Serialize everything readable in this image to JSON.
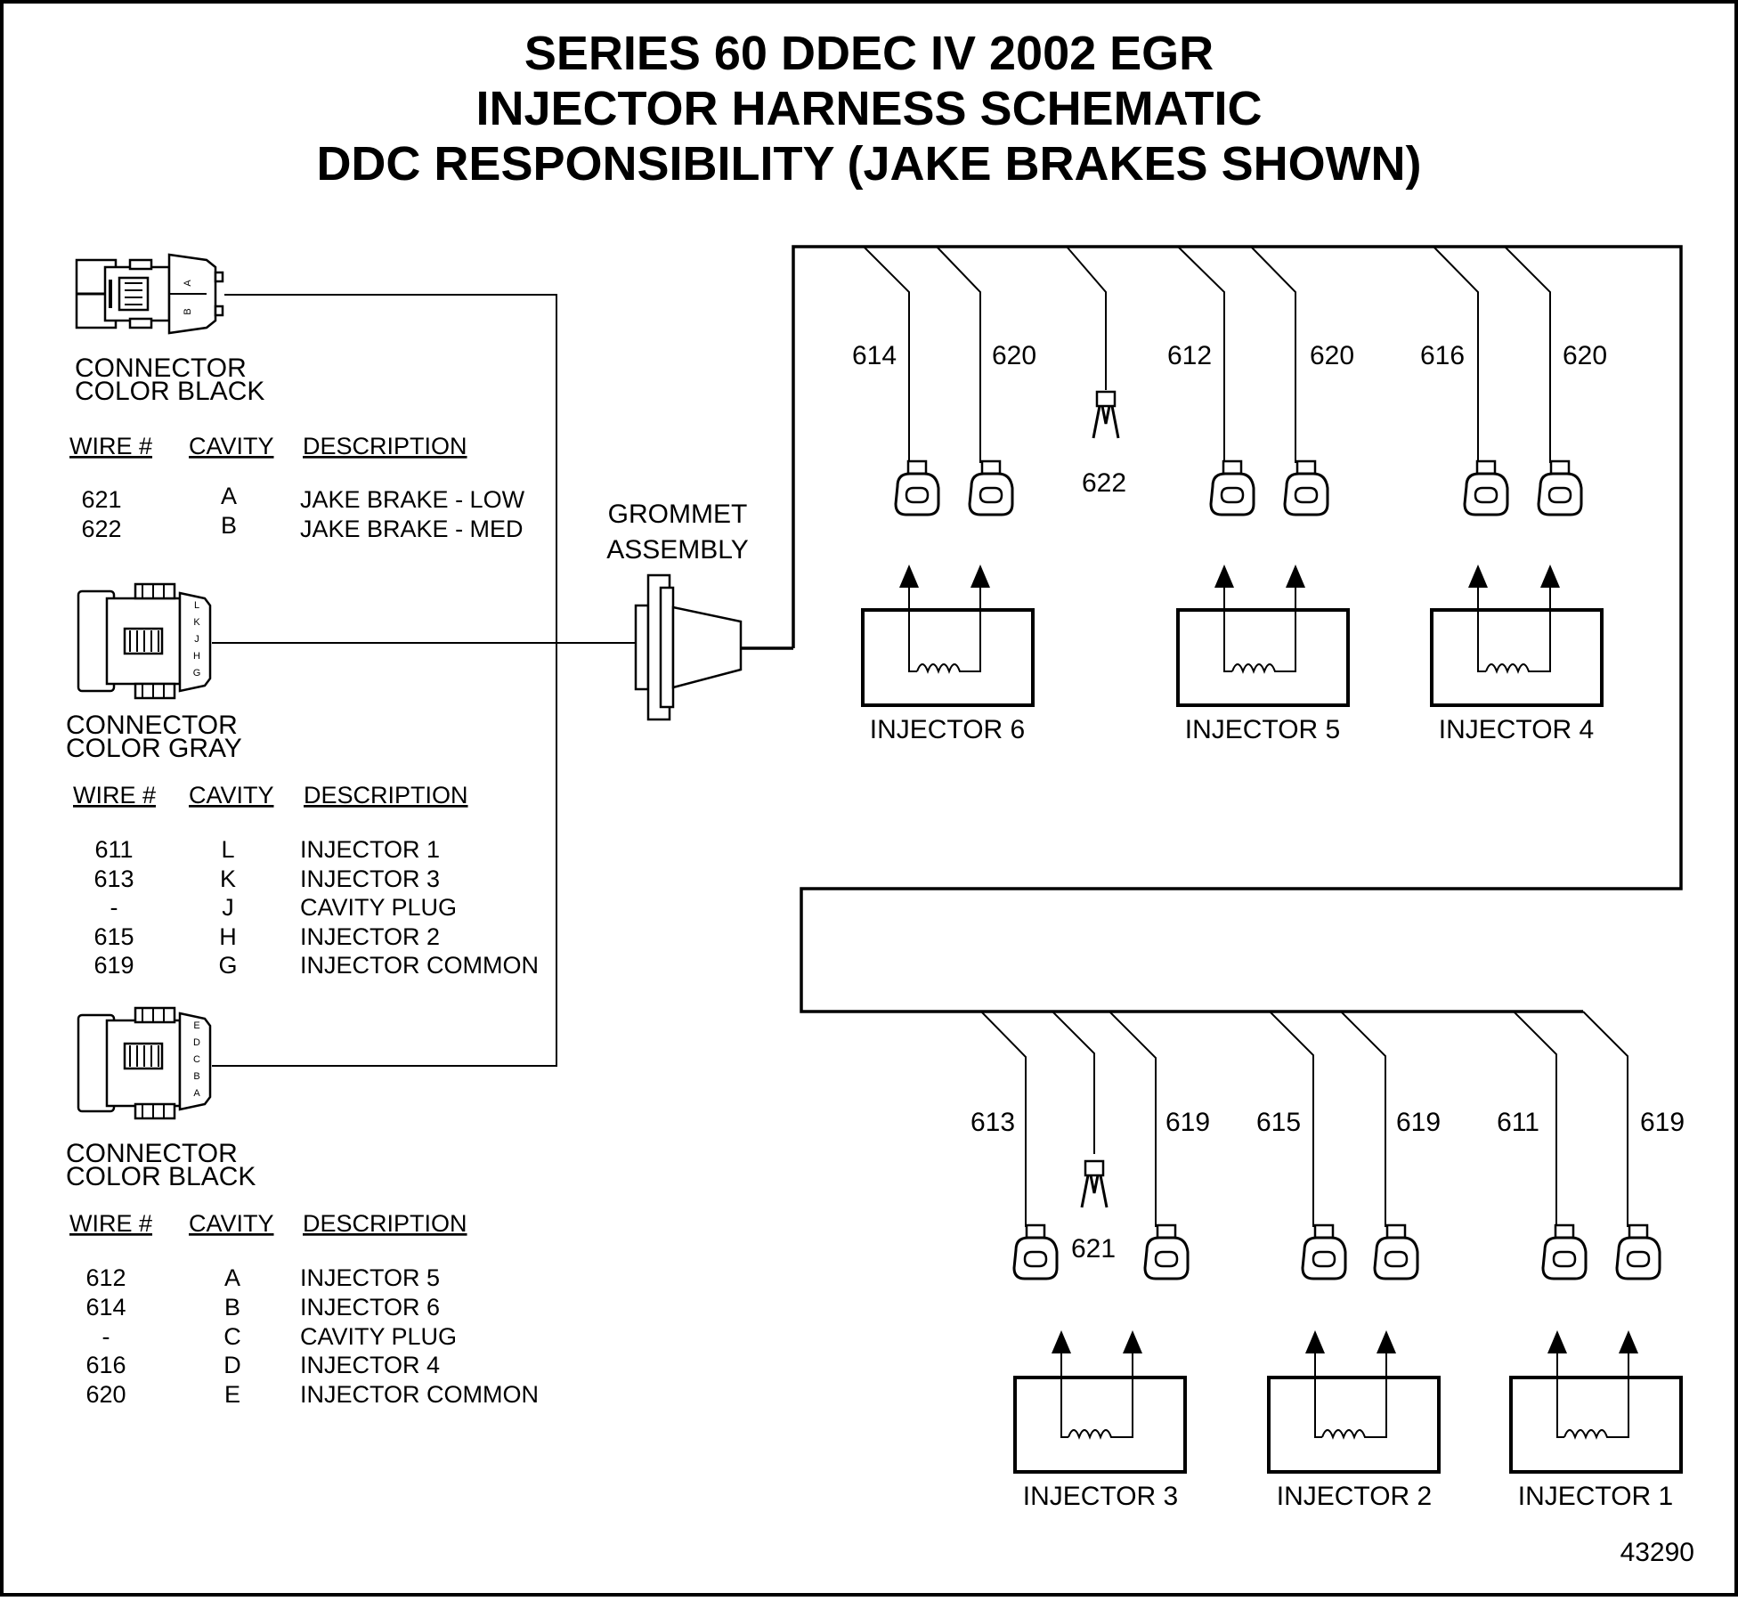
{
  "title": {
    "line1": "SERIES 60 DDEC IV 2002 EGR",
    "line2": "INJECTOR HARNESS SCHEMATIC",
    "line3": "DDC RESPONSIBILITY (JAKE BRAKES SHOWN)"
  },
  "figure_number": "43290",
  "grommet": {
    "line1": "GROMMET",
    "line2": "ASSEMBLY"
  },
  "table_headers": {
    "wire": "WIRE #",
    "cavity": "CAVITY",
    "description": "DESCRIPTION"
  },
  "connectors": [
    {
      "label1": "CONNECTOR",
      "label2": "COLOR BLACK",
      "cavity_letters": [
        "A",
        "B"
      ],
      "rows": [
        {
          "wire": "621",
          "cavity": "A",
          "description": "JAKE BRAKE - LOW"
        },
        {
          "wire": "622",
          "cavity": "B",
          "description": "JAKE BRAKE - MED"
        }
      ]
    },
    {
      "label1": "CONNECTOR",
      "label2": "COLOR GRAY",
      "cavity_letters": [
        "L",
        "K",
        "J",
        "H",
        "G"
      ],
      "rows": [
        {
          "wire": "611",
          "cavity": "L",
          "description": "INJECTOR 1"
        },
        {
          "wire": "613",
          "cavity": "K",
          "description": "INJECTOR 3"
        },
        {
          "wire": "-",
          "cavity": "J",
          "description": "CAVITY PLUG"
        },
        {
          "wire": "615",
          "cavity": "H",
          "description": "INJECTOR 2"
        },
        {
          "wire": "619",
          "cavity": "G",
          "description": "INJECTOR COMMON"
        }
      ]
    },
    {
      "label1": "CONNECTOR",
      "label2": "COLOR BLACK",
      "cavity_letters": [
        "E",
        "D",
        "C",
        "B",
        "A"
      ],
      "rows": [
        {
          "wire": "612",
          "cavity": "A",
          "description": "INJECTOR 5"
        },
        {
          "wire": "614",
          "cavity": "B",
          "description": "INJECTOR 6"
        },
        {
          "wire": "-",
          "cavity": "C",
          "description": "CAVITY PLUG"
        },
        {
          "wire": "616",
          "cavity": "D",
          "description": "INJECTOR 4"
        },
        {
          "wire": "620",
          "cavity": "E",
          "description": "INJECTOR COMMON"
        }
      ]
    }
  ],
  "injectors": {
    "top": [
      {
        "label": "INJECTOR 6",
        "wire_left": "614",
        "wire_right": "620"
      },
      {
        "label": "INJECTOR 5",
        "wire_left": "612",
        "wire_right": "620"
      },
      {
        "label": "INJECTOR 4",
        "wire_left": "616",
        "wire_right": "620"
      }
    ],
    "bottom": [
      {
        "label": "INJECTOR 3",
        "wire_left": "613",
        "wire_right": "619"
      },
      {
        "label": "INJECTOR 2",
        "wire_left": "615",
        "wire_right": "619"
      },
      {
        "label": "INJECTOR 1",
        "wire_left": "611",
        "wire_right": "619"
      }
    ]
  },
  "jake_brake_plugs": {
    "top": "622",
    "bottom": "621"
  }
}
